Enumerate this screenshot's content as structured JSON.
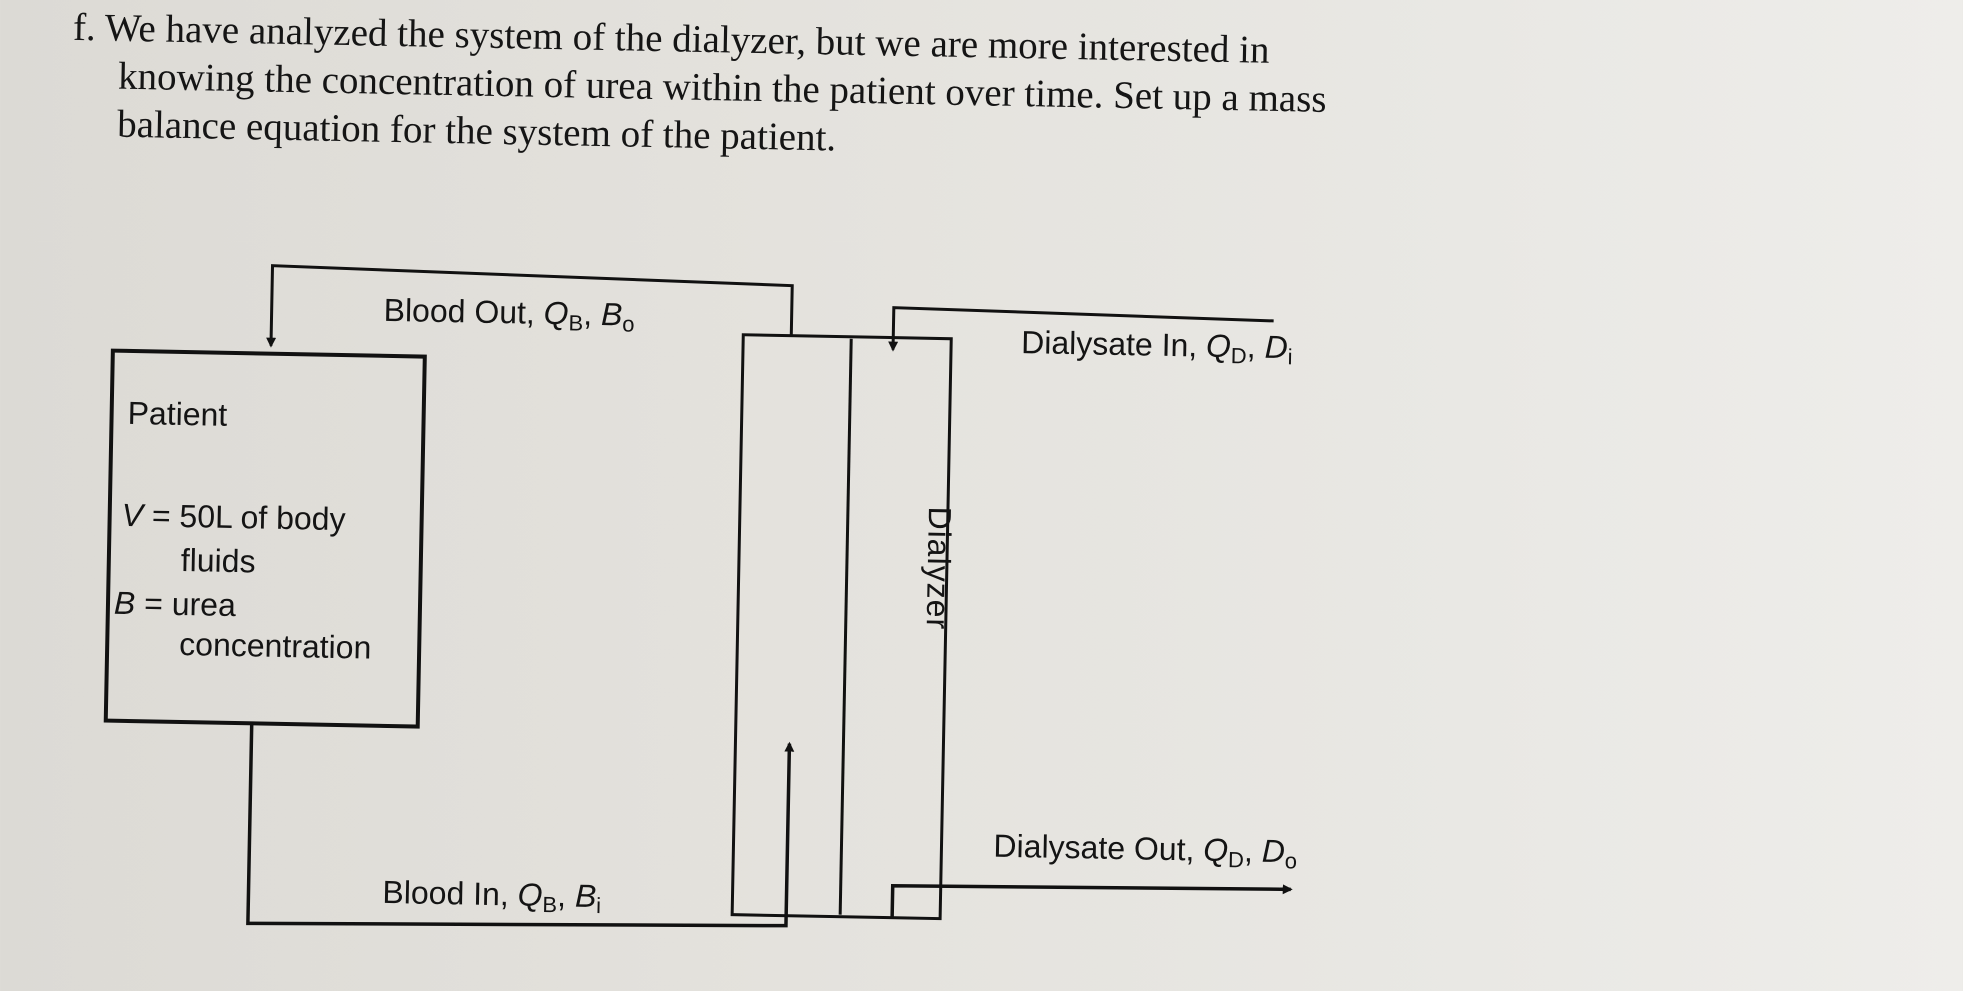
{
  "question": {
    "marker": "f.",
    "lines": [
      "We have analyzed the system of the dialyzer, but we are more interested in",
      "knowing the concentration of urea within the patient over time. Set up a mass",
      "balance equation for the system of the patient."
    ]
  },
  "diagram": {
    "patient": {
      "title": "Patient",
      "volume_var": "V",
      "volume_text": " = 50L of body",
      "volume_text2": "fluids",
      "conc_var": "B",
      "conc_text": " = urea",
      "conc_text2": "concentration"
    },
    "dialyzer_label": "Dialyzer",
    "blood_out": {
      "text": "Blood Out, ",
      "q": "Q",
      "q_sub": "B",
      "c": "B",
      "c_sub": "o"
    },
    "blood_in": {
      "text": "Blood In, ",
      "q": "Q",
      "q_sub": "B",
      "c": "B",
      "c_sub": "i"
    },
    "dialysate_in": {
      "text": "Dialysate In, ",
      "q": "Q",
      "q_sub": "D",
      "c": "D",
      "c_sub": "i"
    },
    "dialysate_out": {
      "text": "Dialysate Out, ",
      "q": "Q",
      "q_sub": "D",
      "c": "D",
      "c_sub": "o"
    }
  }
}
